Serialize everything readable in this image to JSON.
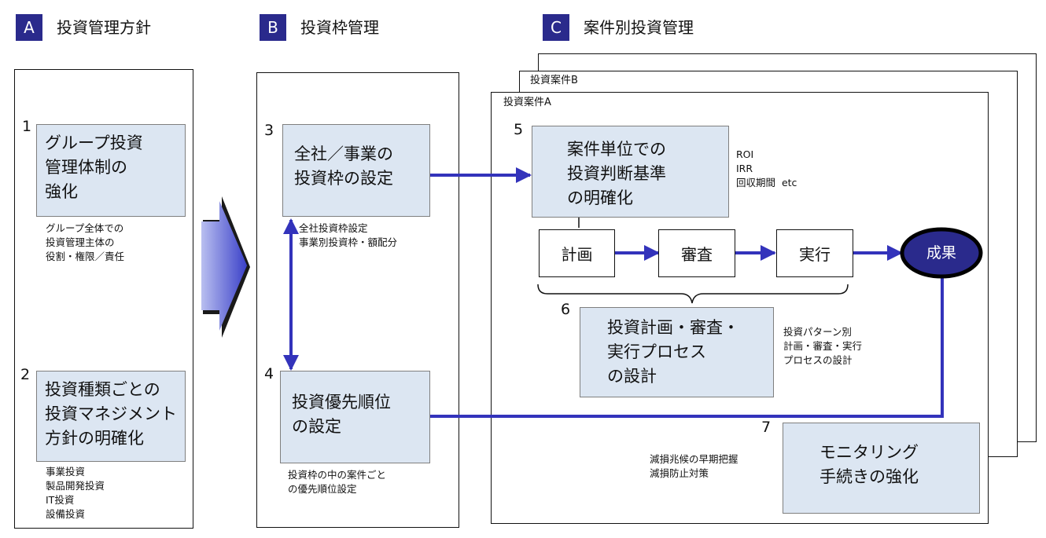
{
  "sections": [
    {
      "letter": "A",
      "title": "投資管理方針"
    },
    {
      "letter": "B",
      "title": "投資枠管理"
    },
    {
      "letter": "C",
      "title": "案件別投資管理"
    }
  ],
  "case_labels": {
    "case_b": "投資案件B",
    "case_a": "投資案件A"
  },
  "nodes": {
    "n1": {
      "num": "1",
      "text": "グループ投資\n管理体制の\n強化",
      "note": "グループ全体での\n投資管理主体の\n役割・権限／責任"
    },
    "n2": {
      "num": "2",
      "text": "投資種類ごとの\n投資マネジメント\n方針の明確化",
      "note": "事業投資\n製品開発投資\nIT投資\n設備投資"
    },
    "n3": {
      "num": "3",
      "text": "全社／事業の\n投資枠の設定",
      "note": "全社投資枠設定\n事業別投資枠・額配分"
    },
    "n4": {
      "num": "4",
      "text": "投資優先順位\nの設定",
      "note": "投資枠の中の案件ごと\nの優先順位設定"
    },
    "n5": {
      "num": "5",
      "text": "案件単位での\n投資判断基準\nの明確化",
      "note": "ROI\nIRR\n回収期間  etc"
    },
    "n6": {
      "num": "6",
      "text": "投資計画・審査・\n実行プロセス\nの設計",
      "note": "投資パターン別\n計画・審査・実行\nプロセスの設計"
    },
    "n7": {
      "num": "7",
      "text": "モニタリング\n手続きの強化",
      "note": "減損兆候の早期把握\n減損防止対策"
    }
  },
  "process": {
    "plan": "計画",
    "review": "審査",
    "execute": "実行",
    "result": "成果"
  },
  "colors": {
    "accent": "#3333bb",
    "badge": "#2a2a8c",
    "box_fill": "#dce6f2",
    "result_fill": "#2a2a8c"
  }
}
